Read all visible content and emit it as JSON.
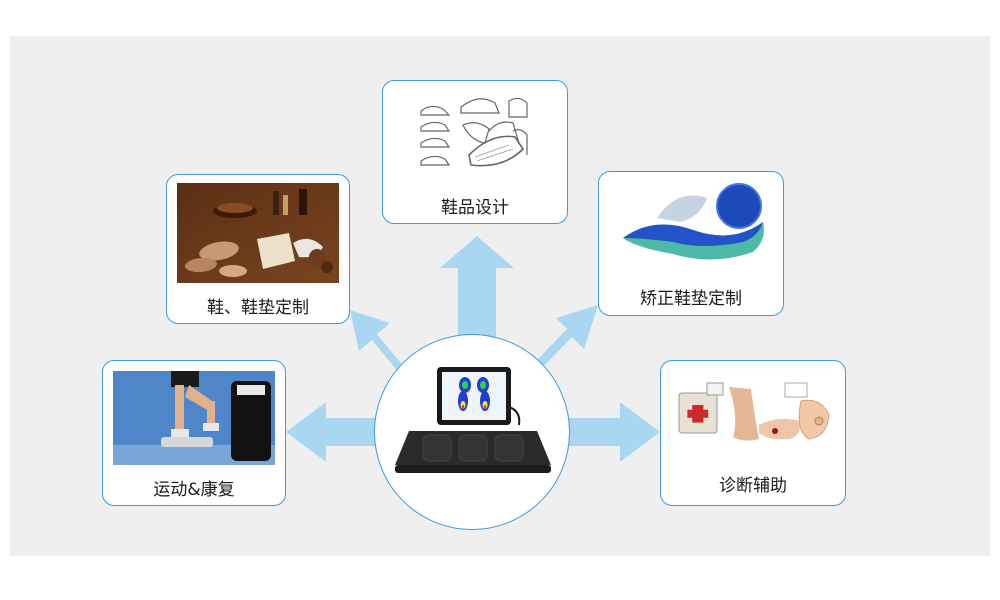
{
  "hub": {
    "icon": "plantar-pressure-platform-icon"
  },
  "cards": {
    "shoe_design": {
      "label": "鞋品设计",
      "icon": "shoe-sketch-image"
    },
    "custom_shoe_insole": {
      "label": "鞋、鞋垫定制",
      "icon": "shoemaking-workbench-image"
    },
    "orthotic_insole": {
      "label": "矫正鞋垫定制",
      "icon": "orthotic-insole-image"
    },
    "sports_rehab": {
      "label": "运动&康复",
      "icon": "balance-training-image"
    },
    "diagnosis": {
      "label": "诊断辅助",
      "icon": "diabetic-foot-image"
    }
  },
  "colors": {
    "card_border": "#3d9bdc",
    "arrow": "#a9d7f2",
    "background": "#efefef"
  }
}
